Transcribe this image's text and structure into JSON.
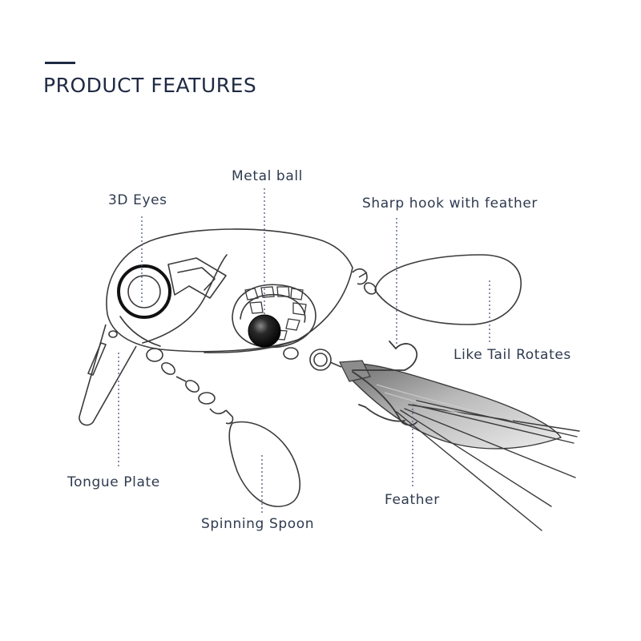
{
  "heading": "PRODUCT FEATURES",
  "callouts": {
    "eyes": "3D Eyes",
    "metal_ball": "Metal ball",
    "hook": "Sharp hook with feather",
    "tail": "Like Tail Rotates",
    "tongue": "Tongue Plate",
    "spoon": "Spinning Spoon",
    "feather": "Feather"
  },
  "colors": {
    "heading": "#1f2a44",
    "line_art": "#3a3a3a",
    "leader": "#4a5a78"
  }
}
